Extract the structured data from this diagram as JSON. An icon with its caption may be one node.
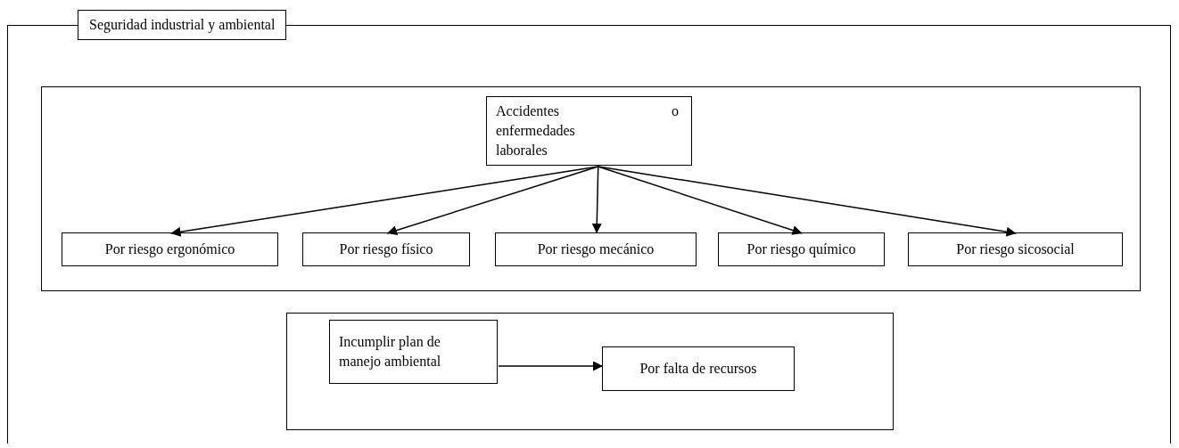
{
  "diagram": {
    "nodes": [
      {
        "text": [
          "Seguridad industrial y ambiental"
        ]
      },
      {
        "text": [],
        "shape": "box",
        "in": 0
      },
      {
        "text": [
          "Accidentes o enfermedades laborales"
        ],
        "in": 1
      },
      {
        "text": [
          "Por riesgo ergonómico"
        ],
        "in": 1
      },
      {
        "text": [
          "Por riesgo físico"
        ],
        "in": 1
      },
      {
        "text": [
          "Por riesgo mecánico"
        ],
        "in": 1
      },
      {
        "text": [
          "Por riesgo químico"
        ],
        "in": 1
      },
      {
        "text": [
          "Por riesgo sicosocial"
        ],
        "in": 1
      },
      {
        "text": [],
        "shape": "box",
        "in": 0
      },
      {
        "text": [
          "Incumplir plan de manejo ambiental"
        ],
        "in": 8
      },
      {
        "text": [
          "Por falta de recursos"
        ],
        "in": 8
      }
    ],
    "edges": [
      {
        "from": 2,
        "to": 3,
        "arrow": "to"
      },
      {
        "from": 2,
        "to": 4,
        "arrow": "to"
      },
      {
        "from": 2,
        "to": 5,
        "arrow": "to"
      },
      {
        "from": 2,
        "to": 6,
        "arrow": "to"
      },
      {
        "from": 2,
        "to": 7,
        "arrow": "to"
      },
      {
        "from": 9,
        "to": 10,
        "arrow": "to"
      }
    ]
  }
}
